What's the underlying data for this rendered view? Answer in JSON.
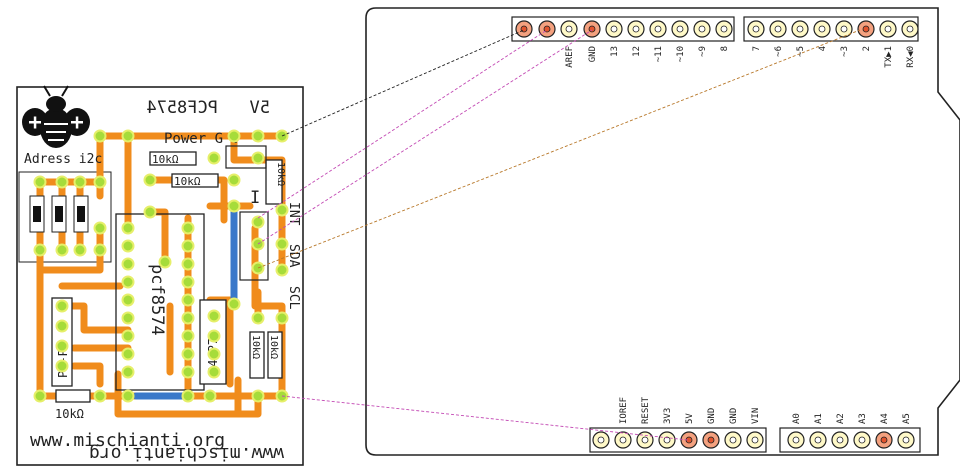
{
  "pcb": {
    "top_mirrored": "PCF8574",
    "top_right_mirrored": "5V",
    "power_label": "Power G V",
    "address_label": "Adress i2c",
    "chip_label": "pcf8574",
    "p0p3_label": "P0-P3",
    "p4p7_label": "P4-P7",
    "int_label": "INT",
    "sda_label": "SDA",
    "scl_label": "SCL",
    "res_10k_a": "10kΩ",
    "res_10k_b": "10kΩ",
    "res_10k_c": "10kΩ",
    "res_10k_d": "10kΩ",
    "res_10k_e": "10kΩ",
    "res_10k_bottom": "10kΩ",
    "website": "www.mischianti.org",
    "website_mirror": "www.mischianti.org",
    "i_label": "I"
  },
  "arduino_top_pins": [
    "",
    "",
    "AREF",
    "GND",
    "13",
    "12",
    "~11",
    "~10",
    "~9",
    "8",
    "",
    "7",
    "~6",
    "~5",
    "4",
    "~3",
    "2",
    "TX▶1",
    "RX◀0"
  ],
  "arduino_bottom_power": [
    "",
    "IOREF",
    "RESET",
    "3V3",
    "5V",
    "GND",
    "GND",
    "VIN"
  ],
  "arduino_bottom_analog": [
    "A0",
    "A1",
    "A2",
    "A3",
    "A4",
    "A5"
  ],
  "colors": {
    "track": "#f08c1c",
    "pad": "#a6dc3a",
    "jumper": "#3a78c9",
    "wire_magenta": "#c34ab4",
    "wire_orange": "#b8782a",
    "pin_fill": "#fff9c8",
    "pin_hot": "#f4a17f"
  }
}
